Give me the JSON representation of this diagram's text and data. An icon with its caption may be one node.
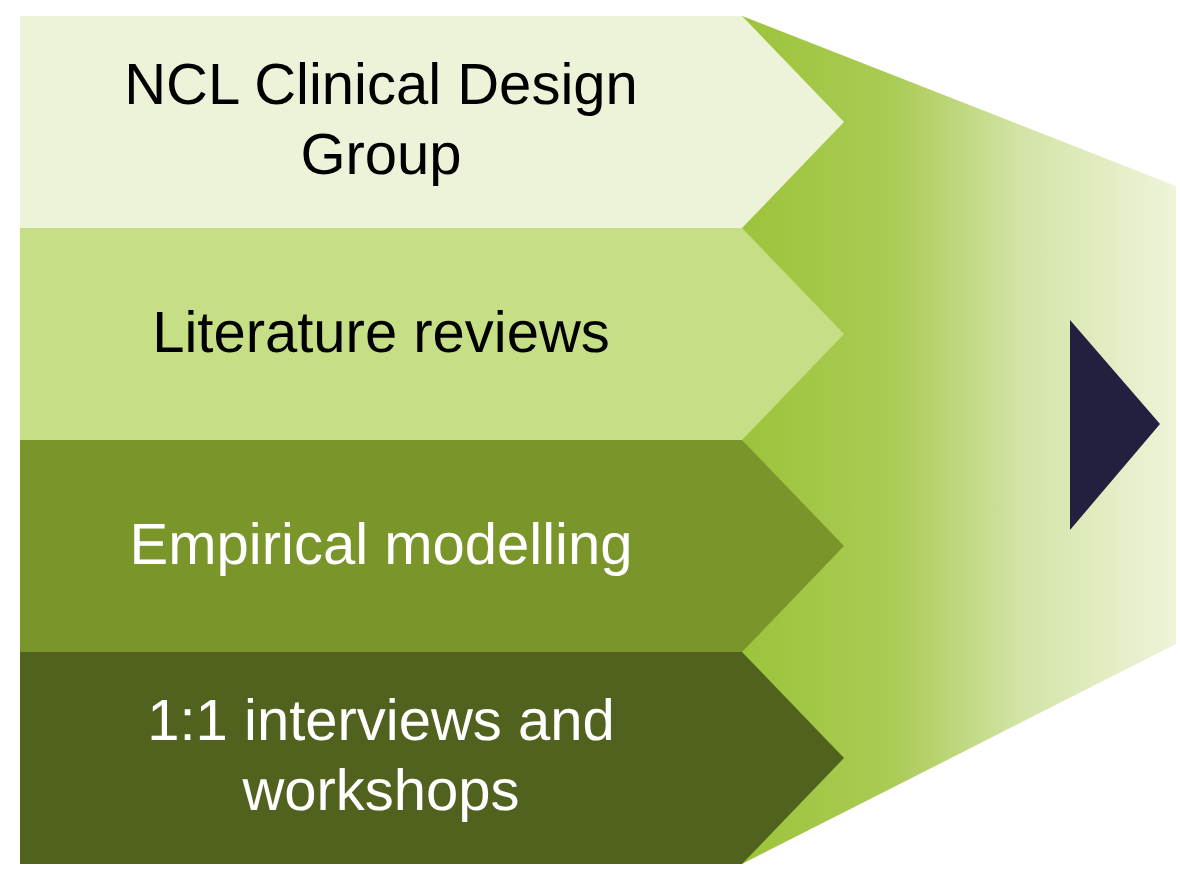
{
  "diagram": {
    "nodes": [
      {
        "text": [
          "NCL Clinical Design Group"
        ]
      },
      {
        "text": [
          "Literature reviews"
        ]
      },
      {
        "text": [
          "Empirical modelling"
        ]
      },
      {
        "text": [
          "1:1 interviews and workshops"
        ]
      }
    ]
  }
}
